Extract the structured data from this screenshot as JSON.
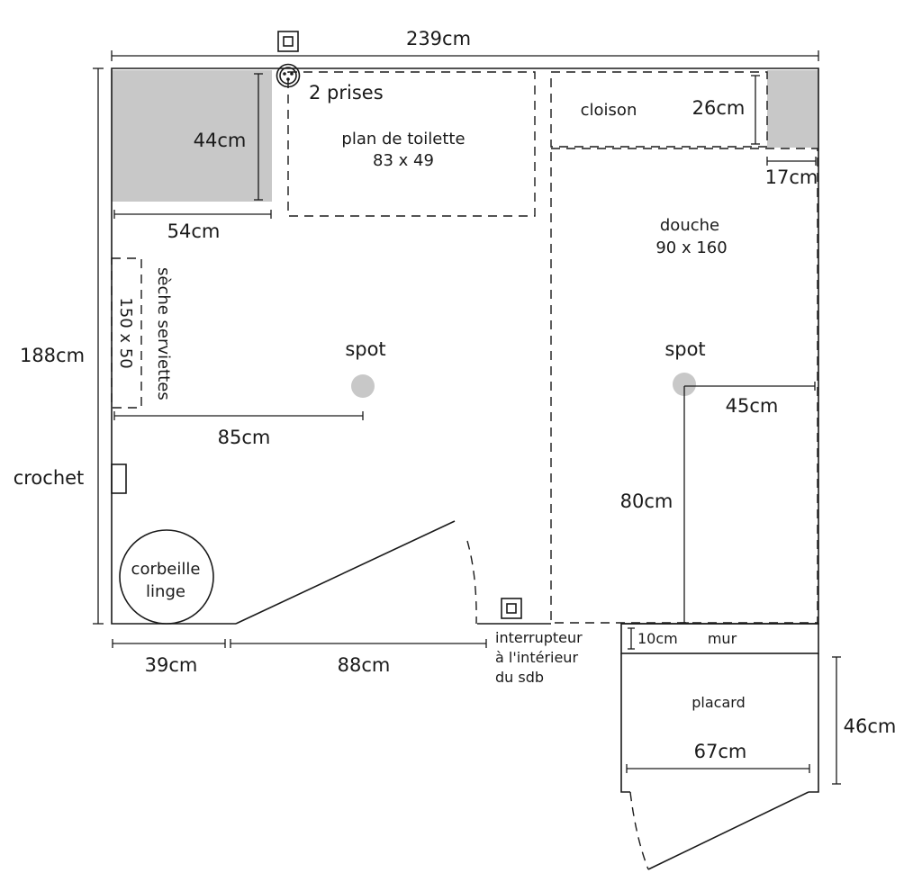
{
  "dimensions": {
    "total_width": "239cm",
    "total_height": "188cm",
    "corner_depth": "44cm",
    "corner_width": "54cm",
    "spot_distance": "85cm",
    "bottom_left": "39cm",
    "door_span": "88cm",
    "partition_depth": "26cm",
    "partition_end": "17cm",
    "shower_spot_side": "45cm",
    "shower_spot_depth": "80cm",
    "wall_thickness": "10cm",
    "closet_depth": "46cm",
    "closet_width": "67cm"
  },
  "labels": {
    "outlets": "2 prises",
    "vanity": "plan de toilette",
    "vanity_size": "83 x 49",
    "partition": "cloison",
    "shower": "douche",
    "shower_size": "90 x 160",
    "spot_left": "spot",
    "spot_right": "spot",
    "towel_dryer": "sèche serviettes",
    "towel_dryer_size": "150 x 50",
    "hook": "crochet",
    "basket_line1": "corbeille",
    "basket_line2": "linge",
    "switch_line1": "interrupteur",
    "switch_line2": "à l'intérieur",
    "switch_line3": "du sdb",
    "wall": "mur",
    "closet": "placard"
  },
  "colors": {
    "line": "#1a1a1a",
    "grey_block": "#c8c8c8",
    "spot": "#c8c8c8"
  }
}
